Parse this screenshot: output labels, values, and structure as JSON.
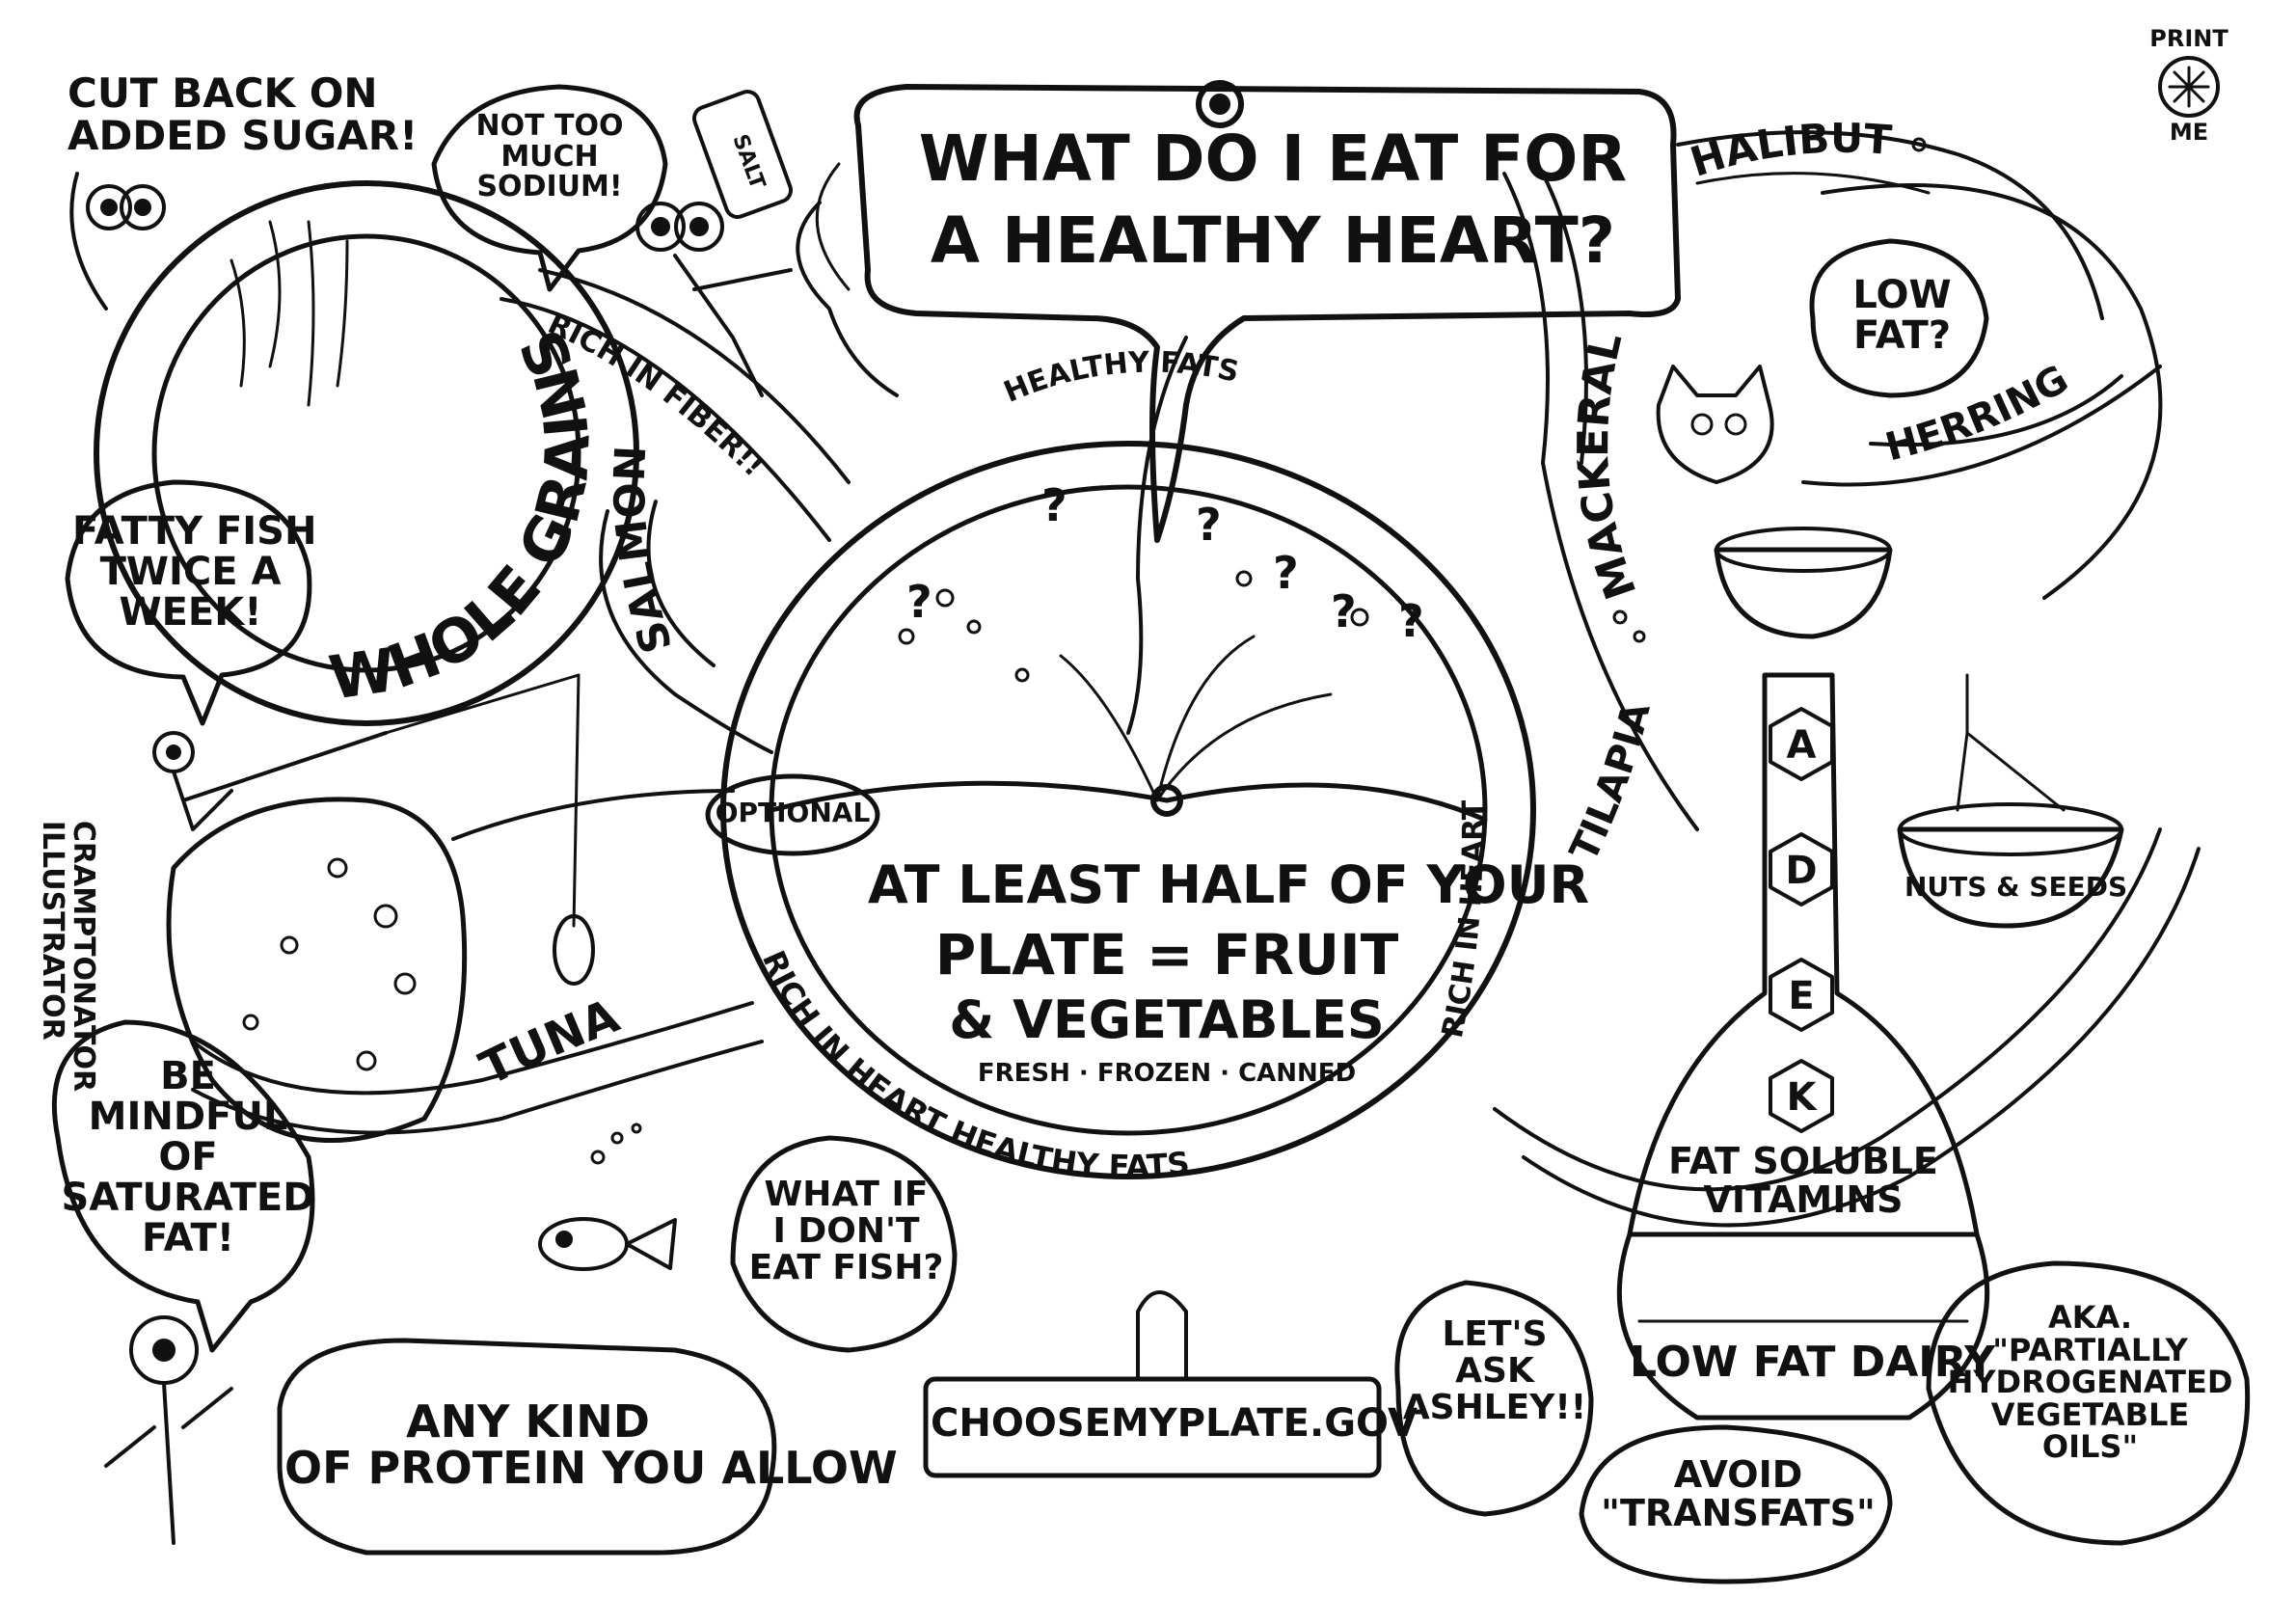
{
  "title_line1": "WHAT DO I EAT FOR",
  "title_line2": "A HEALTHY HEART?",
  "plate": {
    "main_line1": "AT LEAST HALF OF YOUR",
    "main_line2": "PLATE = FRUIT",
    "main_line3": "& VEGETABLES",
    "sub": "FRESH · FROZEN · CANNED",
    "rim_top": "HEALTHY FATS",
    "rim_right": "RICH IN HEART",
    "rim_bottom": "RICH IN HEART HEALTHY FATS",
    "optional": "OPTIONAL"
  },
  "bubbles": {
    "cut_back": "CUT BACK ON\nADDED SUGAR!",
    "sodium": "NOT TOO\nMUCH\nSODIUM!",
    "fatty_fish": "FATTY FISH\nTWICE A\nWEEK!",
    "mindful": "BE\nMINDFUL\nOF\nSATURATED\nFAT!",
    "what_if": "WHAT IF\nI DON'T\nEAT FISH?",
    "lets_ask": "LET'S\nASK\nASHLEY!!",
    "avoid": "AVOID\n\"TRANSFATS\"",
    "aka": "AKA.\n\"PARTIALLY\nHYDROGENATED\nVEGETABLE\nOILS\"",
    "low_fat": "LOW\nFAT?",
    "protein": "ANY KIND\nOF PROTEIN YOU ALLOW",
    "choose": "CHOOSEMYPLATE.GOV"
  },
  "labels": {
    "whole_grains": "WHOLE GRAINS",
    "rich_fiber": "RICH IN FIBER!!",
    "salmon": "SALMON",
    "tuna": "TUNA",
    "halibut": "HALIBUT",
    "mackeral": "MACKERAL",
    "herring": "HERRING",
    "tilapia": "TILAPIA",
    "nuts": "NUTS & SEEDS",
    "fat_soluble": "FAT SOLUBLE\nVITAMINS",
    "low_fat_dairy": "LOW FAT DAIRY",
    "vitamin_a": "A",
    "vitamin_d": "D",
    "vitamin_e": "E",
    "vitamin_k": "K",
    "salt": "SALT",
    "print_top": "PRINT",
    "print_bottom": "ME",
    "illustrator": "CRAMPTONATOR\nILLUSTRATOR"
  }
}
